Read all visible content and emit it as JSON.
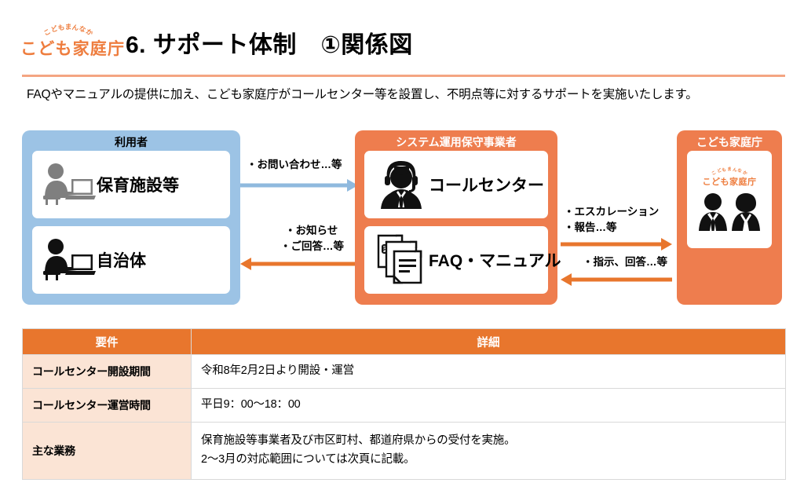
{
  "header": {
    "logo": {
      "arc_text": "こどもまんなか",
      "main_text": "こども家庭庁"
    },
    "title": "6. サポート体制　①関係図",
    "lead_text": "FAQやマニュアルの提供に加え、こども家庭庁がコールセンター等を設置し、不明点等に対するサポートを実施いたします。"
  },
  "diagram": {
    "users_group": {
      "title": "利用者",
      "color": "#9CC3E5",
      "cards": [
        {
          "label": "保育施設等",
          "icon": "person-laptop-icon"
        },
        {
          "label": "自治体",
          "icon": "person-laptop-icon"
        }
      ]
    },
    "vendor_group": {
      "title": "システム運用保守事業者",
      "color": "#EE7D4E",
      "cards": [
        {
          "label": "コールセンター",
          "icon": "operator-headset-icon"
        },
        {
          "label": "FAQ・マニュアル",
          "icon": "faq-documents-icon"
        }
      ]
    },
    "agency_group": {
      "title": "こども家庭庁",
      "color": "#EE7D4E",
      "card": {
        "logo_arc_text": "こどもまんなか",
        "logo_main_text": "こども家庭庁",
        "icon": "two-officials-icon"
      }
    },
    "arrows": {
      "users_to_vendor": {
        "label": "・お問い合わせ…等",
        "direction": "right",
        "color": "#8FB9DE"
      },
      "vendor_to_users": {
        "label_line1": "・お知らせ",
        "label_line2": "・ご回答…等",
        "direction": "left",
        "color": "#E8762D"
      },
      "vendor_to_agency": {
        "label_line1": "・エスカレーション",
        "label_line2": "・報告…等",
        "direction": "right",
        "color": "#E8762D"
      },
      "agency_to_vendor": {
        "label": "・指示、回答…等",
        "direction": "left",
        "color": "#E8762D"
      }
    }
  },
  "table": {
    "headers": [
      "要件",
      "詳細"
    ],
    "rows": [
      {
        "label": "コールセンター開設期間",
        "detail_line1": "令和8年2月2日より開設・運営",
        "detail_line2": ""
      },
      {
        "label": "コールセンター運営時間",
        "detail_line1": "平日9：00～18：00",
        "detail_line2": ""
      },
      {
        "label": "主な業務",
        "detail_line1": "保育施設等事業者及び市区町村、都道府県からの受付を実施。",
        "detail_line2": "2～3月の対応範囲については次頁に記載。"
      }
    ]
  },
  "colors": {
    "accent_orange": "#EE7D4E",
    "table_header_orange": "#E8762D",
    "label_peach": "#FBE4D5",
    "users_blue": "#9CC3E5",
    "logo_orange": "#EE7D3E",
    "rule_salmon": "#F4A582"
  }
}
